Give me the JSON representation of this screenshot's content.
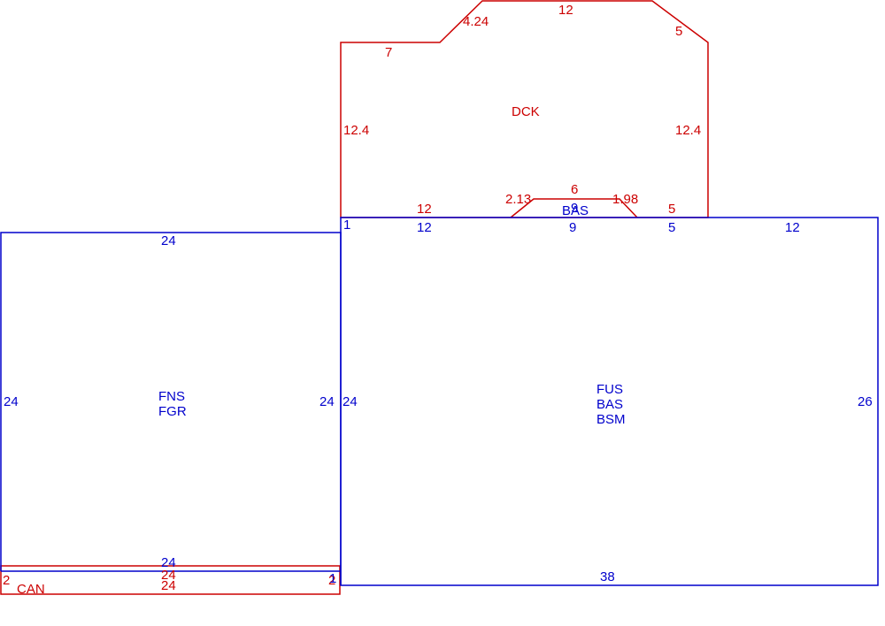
{
  "colors": {
    "red": "#cc0000",
    "blue": "#0000cc",
    "background": "#ffffff"
  },
  "areas": {
    "deck": {
      "code": "DCK",
      "dims": {
        "top": "12",
        "top_left_diag": "4.24",
        "top_right_diag": "5",
        "left_step": "7",
        "left_side": "12.4",
        "right_side": "12.4",
        "bottom_left": "12",
        "bottom_right": "5"
      }
    },
    "bay": {
      "code": "BAS",
      "marker": "9",
      "dims": {
        "top": "6",
        "left_diag": "2.13",
        "right_diag": "1.98",
        "bottom": "9"
      }
    },
    "main_house": {
      "codes": [
        "FUS",
        "BAS",
        "BSM"
      ],
      "dims": {
        "corner": "1",
        "top_1": "12",
        "top_2": "5",
        "top_3": "12",
        "left": "24",
        "right": "26",
        "bottom": "38"
      }
    },
    "garage": {
      "codes": [
        "FNS",
        "FGR"
      ],
      "dims": {
        "top": "24",
        "left": "24",
        "right": "24",
        "bottom": "24"
      }
    },
    "canopy": {
      "code": "CAN",
      "dims": {
        "top": "24",
        "bottom": "24",
        "left": "2",
        "right": "2",
        "right_blue": "1"
      }
    }
  }
}
